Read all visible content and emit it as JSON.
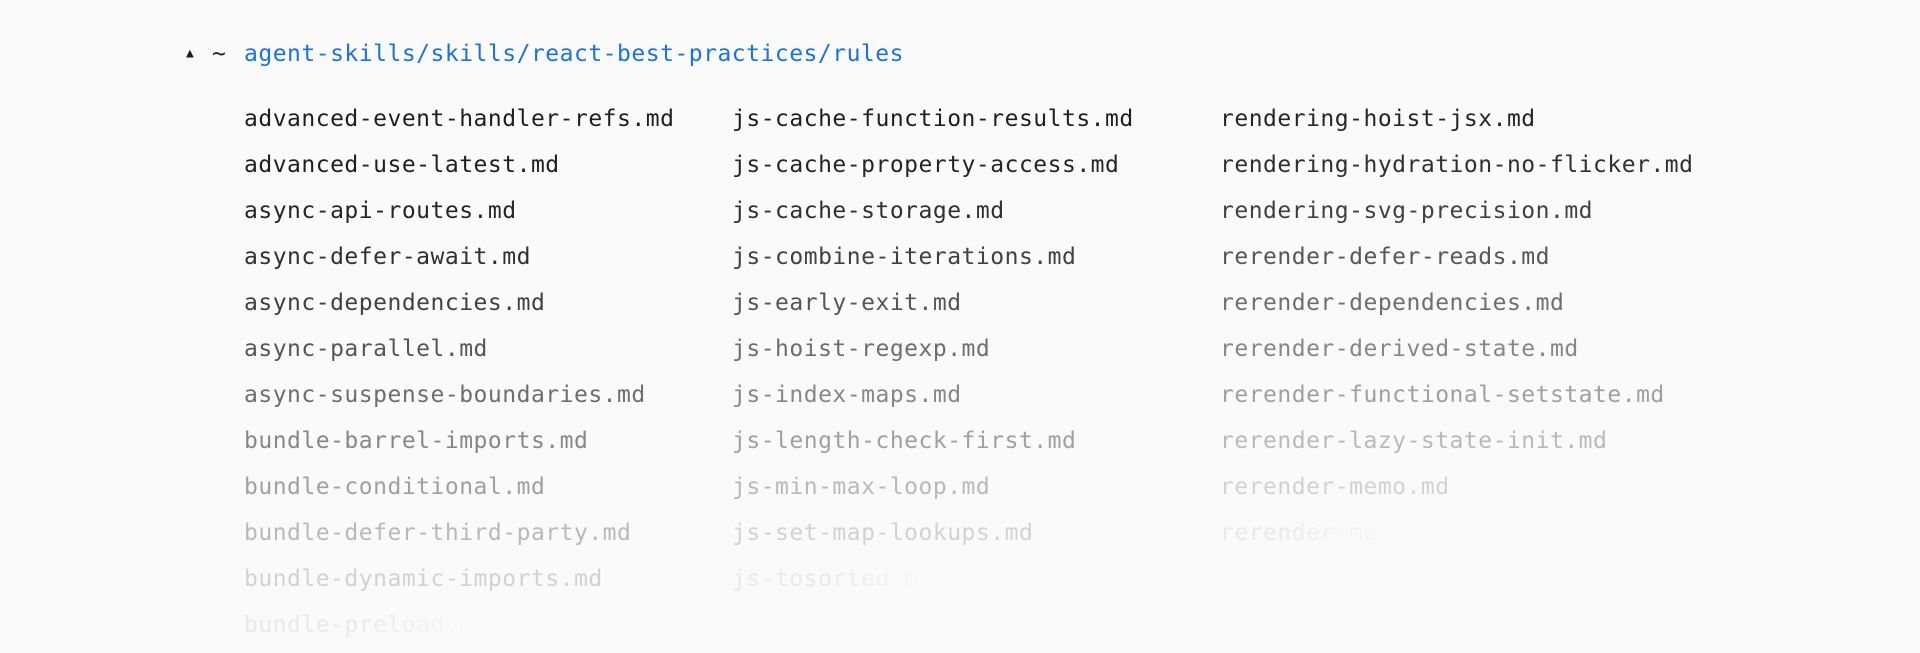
{
  "header": {
    "collapse_icon": "▲",
    "home_symbol": "~",
    "path": "agent-skills/skills/react-best-practices/rules"
  },
  "colors": {
    "background": "#fafafa",
    "path_link": "#1873e8",
    "text_primary": "#1f1f1f"
  },
  "file_columns": [
    {
      "files": [
        "advanced-event-handler-refs.md",
        "advanced-use-latest.md",
        "async-api-routes.md",
        "async-defer-await.md",
        "async-dependencies.md",
        "async-parallel.md",
        "async-suspense-boundaries.md",
        "bundle-barrel-imports.md",
        "bundle-conditional.md",
        "bundle-defer-third-party.md",
        "bundle-dynamic-imports.md",
        "bundle-preload.md"
      ]
    },
    {
      "files": [
        "js-cache-function-results.md",
        "js-cache-property-access.md",
        "js-cache-storage.md",
        "js-combine-iterations.md",
        "js-early-exit.md",
        "js-hoist-regexp.md",
        "js-index-maps.md",
        "js-length-check-first.md",
        "js-min-max-loop.md",
        "js-set-map-lookups.md",
        "js-tosorted.md"
      ]
    },
    {
      "files": [
        "rendering-hoist-jsx.md",
        "rendering-hydration-no-flicker.md",
        "rendering-svg-precision.md",
        "rerender-defer-reads.md",
        "rerender-dependencies.md",
        "rerender-derived-state.md",
        "rerender-functional-setstate.md",
        "rerender-lazy-state-init.md",
        "rerender-memo.md",
        "rerender-move-state-down.md"
      ]
    }
  ]
}
